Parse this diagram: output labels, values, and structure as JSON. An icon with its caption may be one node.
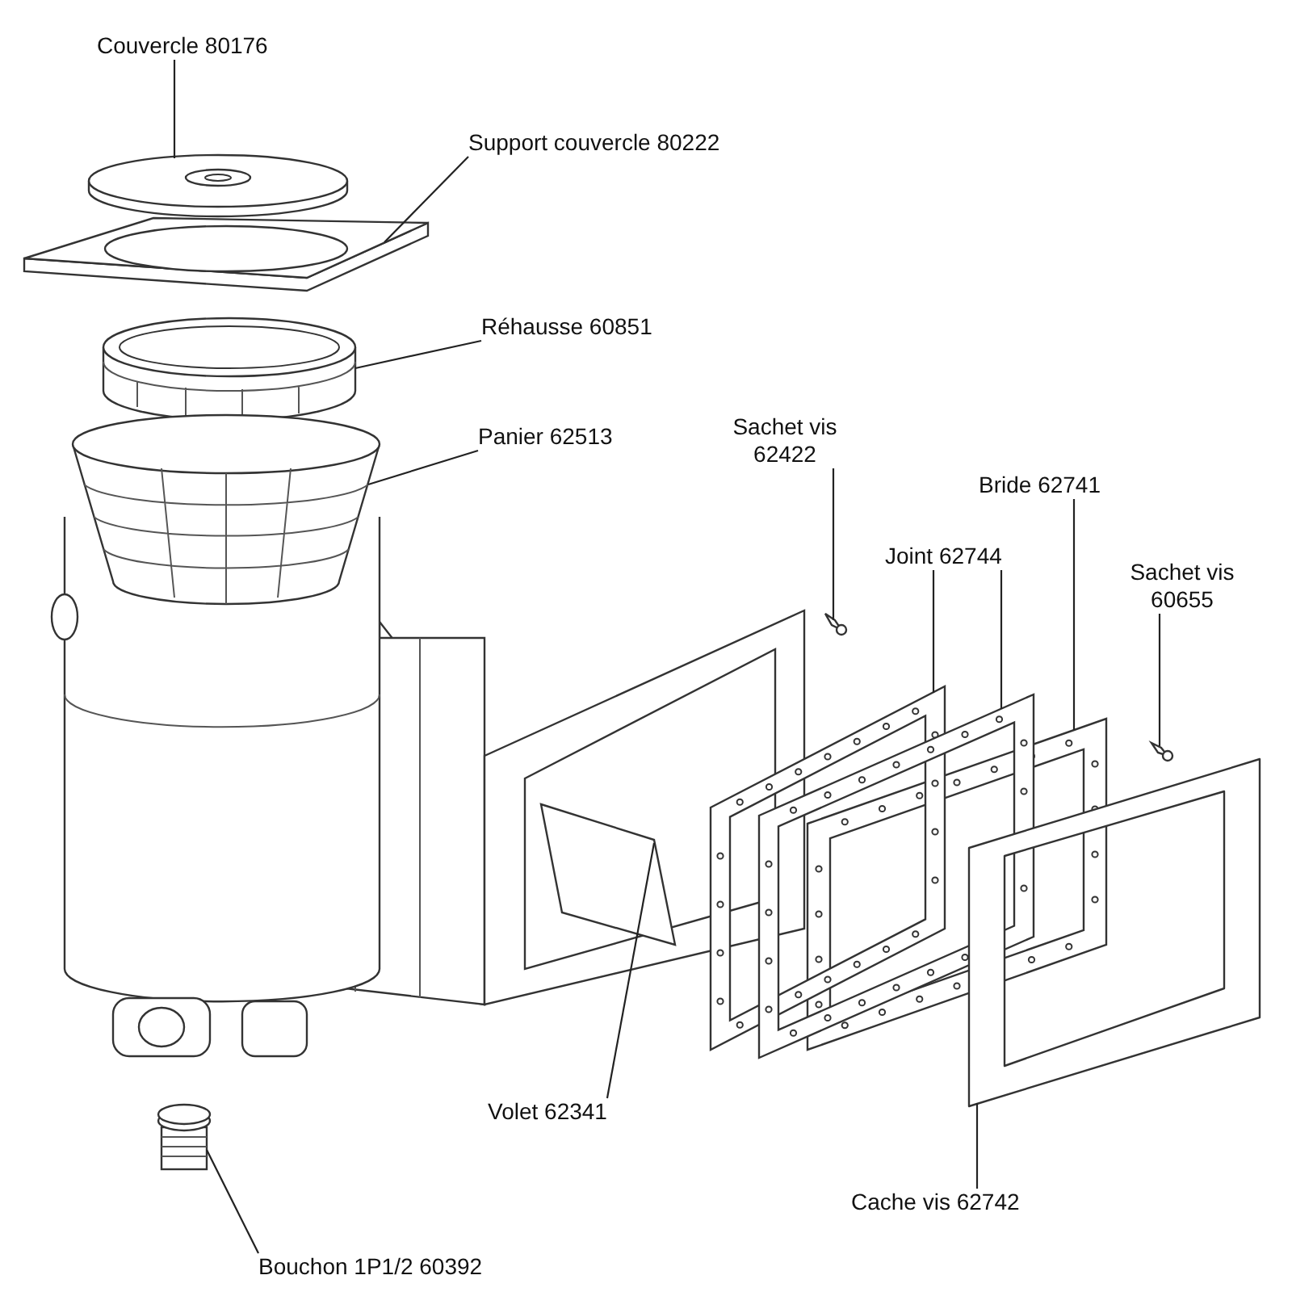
{
  "diagram": {
    "nodes": [
      {
        "text": [
          "Couvercle 80176"
        ]
      },
      {
        "text": [
          "Support couvercle 80222"
        ]
      },
      {
        "text": [
          "Réhausse 60851"
        ]
      },
      {
        "text": [
          "Panier 62513"
        ]
      },
      {
        "text": [
          "Sachet vis 62422"
        ]
      },
      {
        "text": [
          "Bride 62741"
        ]
      },
      {
        "text": [
          "Joint 62744"
        ]
      },
      {
        "text": [
          "Sachet vis 60655"
        ]
      },
      {
        "text": [
          "Volet 62341"
        ]
      },
      {
        "text": [
          "Bouchon 1P1/2 60392"
        ]
      },
      {
        "text": [
          "Cache vis 62742"
        ]
      },
      {
        "text": [],
        "shape": "picture"
      },
      {
        "text": [],
        "shape": "picture"
      },
      {
        "text": [],
        "shape": "picture"
      },
      {
        "text": [],
        "shape": "picture"
      },
      {
        "text": [],
        "shape": "picture"
      },
      {
        "text": [],
        "shape": "picture"
      },
      {
        "text": [],
        "shape": "picture"
      },
      {
        "text": [],
        "shape": "picture"
      },
      {
        "text": [],
        "shape": "picture"
      },
      {
        "text": [],
        "shape": "picture"
      },
      {
        "text": [],
        "shape": "picture"
      },
      {
        "text": [],
        "shape": "picture"
      }
    ],
    "edges": [
      {
        "from": 0,
        "to": 11,
        "arrow": "none"
      },
      {
        "from": 1,
        "to": 12,
        "arrow": "none"
      },
      {
        "from": 2,
        "to": 13,
        "arrow": "none"
      },
      {
        "from": 3,
        "to": 14,
        "arrow": "none"
      },
      {
        "from": 4,
        "to": 15,
        "arrow": "none"
      },
      {
        "from": 5,
        "to": 16,
        "arrow": "none"
      },
      {
        "from": 6,
        "to": 17,
        "arrow": "none"
      },
      {
        "from": 6,
        "to": 18,
        "arrow": "none"
      },
      {
        "from": 7,
        "to": 19,
        "arrow": "none"
      },
      {
        "from": 8,
        "to": 20,
        "arrow": "none"
      },
      {
        "from": 9,
        "to": 21,
        "arrow": "none"
      },
      {
        "from": 10,
        "to": 22,
        "arrow": "none"
      }
    ]
  }
}
